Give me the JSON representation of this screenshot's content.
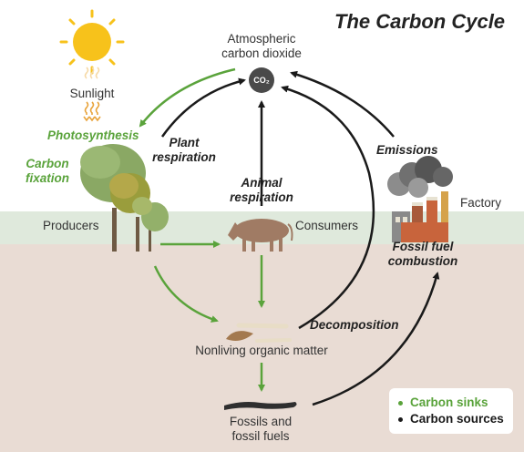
{
  "title": "The Carbon Cycle",
  "labels": {
    "sunlight": "Sunlight",
    "atmospheric_1": "Atmospheric",
    "atmospheric_2": "carbon dioxide",
    "co2": "CO₂",
    "producers": "Producers",
    "consumers": "Consumers",
    "factory": "Factory",
    "nonliving": "Nonliving organic matter",
    "fossils_1": "Fossils and",
    "fossils_2": "fossil fuels"
  },
  "processes": {
    "photosynthesis": "Photosynthesis",
    "carbon_fixation_1": "Carbon",
    "carbon_fixation_2": "fixation",
    "plant_respiration_1": "Plant",
    "plant_respiration_2": "respiration",
    "animal_respiration_1": "Animal",
    "animal_respiration_2": "respiration",
    "emissions": "Emissions",
    "fossil_combustion_1": "Fossil fuel",
    "fossil_combustion_2": "combustion",
    "decomposition": "Decomposition"
  },
  "legend": {
    "sinks": "Carbon sinks",
    "sources": "Carbon sources"
  },
  "colors": {
    "sink": "#5aa33b",
    "source": "#1a1a1a",
    "sky": "#ffffff",
    "ground_surface": "#dfe9dc",
    "soil": "#e9dcd4",
    "sun": "#f7c21b"
  }
}
